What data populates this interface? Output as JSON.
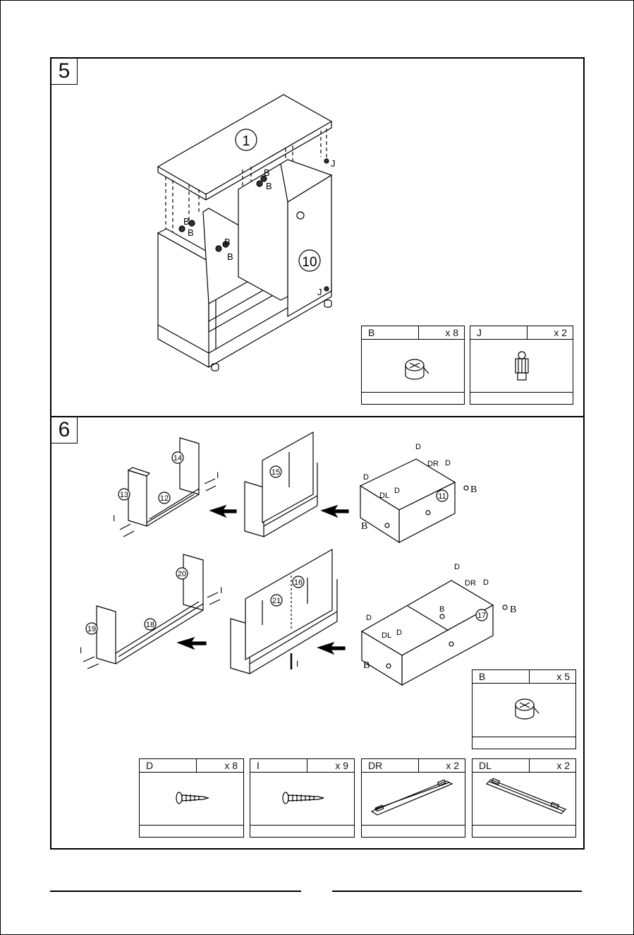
{
  "steps": [
    {
      "number": "5"
    },
    {
      "number": "6"
    }
  ],
  "step5": {
    "panels": [
      "1",
      "10"
    ],
    "fittings": [
      "B",
      "B",
      "B",
      "B",
      "B",
      "B",
      "J",
      "J"
    ]
  },
  "step6": {
    "panels": [
      "14",
      "13",
      "12",
      "15",
      "11",
      "20",
      "19",
      "18",
      "21",
      "16",
      "17"
    ],
    "fittings": [
      "I",
      "I",
      "D",
      "DR",
      "D",
      "D",
      "DL",
      "D",
      "B",
      "B",
      "I",
      "I",
      "I",
      "D",
      "DR",
      "D",
      "B",
      "D",
      "DL",
      "D",
      "B",
      "B"
    ]
  },
  "parts": {
    "b8": {
      "code": "B",
      "qty": "x 8"
    },
    "j2": {
      "code": "J",
      "qty": "x 2"
    },
    "b5": {
      "code": "B",
      "qty": "x 5"
    },
    "d8": {
      "code": "D",
      "qty": "x 8"
    },
    "i9": {
      "code": "I",
      "qty": "x 9"
    },
    "dr2": {
      "code": "DR",
      "qty": "x 2"
    },
    "dl2": {
      "code": "DL",
      "qty": "x 2"
    }
  }
}
